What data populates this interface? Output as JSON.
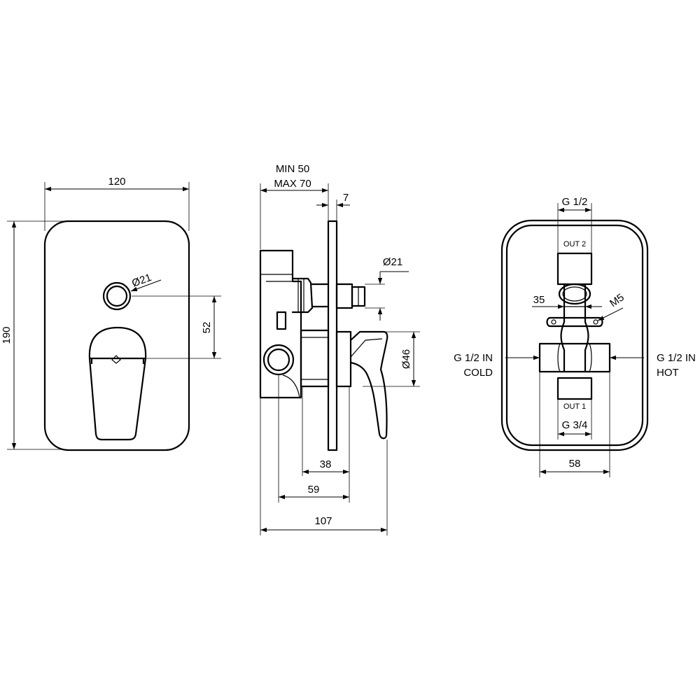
{
  "front_view": {
    "width": "120",
    "height": "190",
    "button_diameter": "Ø21",
    "center_distance": "52"
  },
  "side_view": {
    "wall_depth_min": "MIN 50",
    "wall_depth_max": "MAX 70",
    "plate_thickness": "7",
    "button_diameter": "Ø21",
    "lever_diameter": "Ø46",
    "dim_38": "38",
    "dim_59": "59",
    "dim_107": "107"
  },
  "back_view": {
    "top_port": "G 1/2",
    "out2_label": "OUT 2",
    "dim_35": "35",
    "screw": "M5",
    "cold_port": "G 1/2 IN",
    "cold_label": "COLD",
    "hot_port": "G 1/2 IN",
    "hot_label": "HOT",
    "out1_label": "OUT 1",
    "bottom_port": "G 3/4",
    "width": "58"
  }
}
